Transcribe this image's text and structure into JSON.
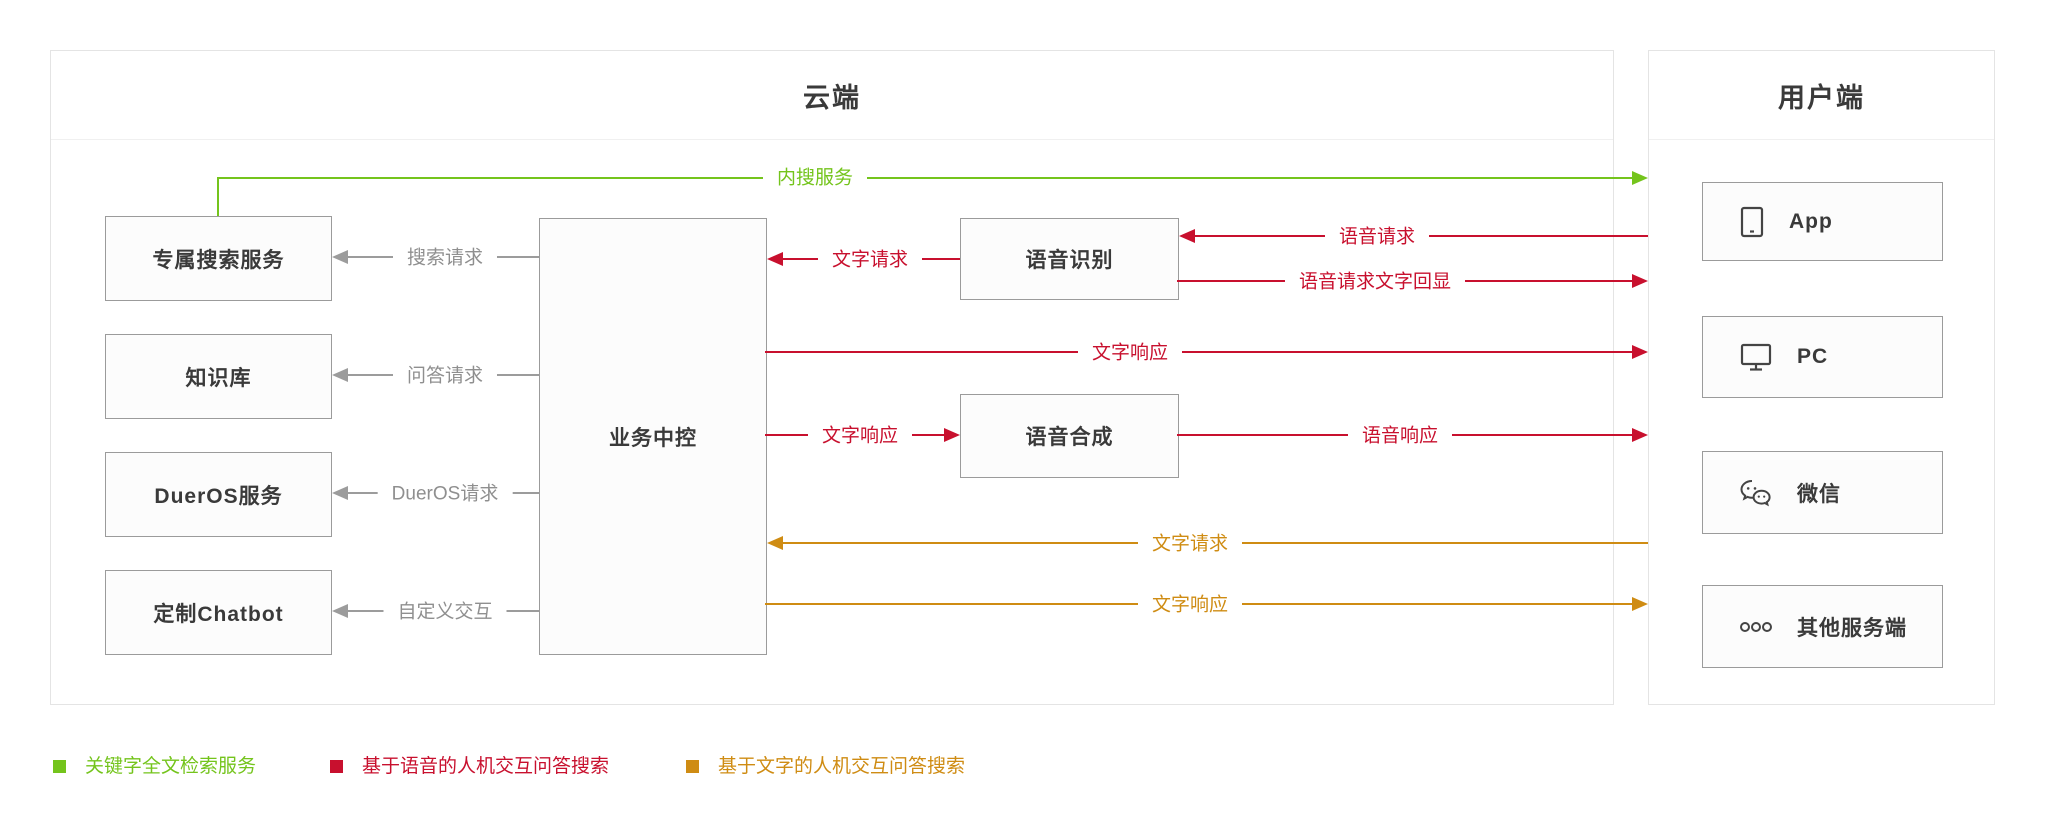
{
  "panels": {
    "cloud": {
      "title": "云端"
    },
    "client": {
      "title": "用户端"
    }
  },
  "cloud_services": [
    {
      "label": "专属搜索服务"
    },
    {
      "label": "知识库"
    },
    {
      "label": "DuerOS服务"
    },
    {
      "label": "定制Chatbot"
    }
  ],
  "hub": {
    "label": "业务中控"
  },
  "speech_nodes": [
    {
      "label": "语音识别"
    },
    {
      "label": "语音合成"
    }
  ],
  "clients": [
    {
      "label": "App",
      "icon": "mobile-icon"
    },
    {
      "label": "PC",
      "icon": "monitor-icon"
    },
    {
      "label": "微信",
      "icon": "wechat-icon"
    },
    {
      "label": "其他服务端",
      "icon": "ellipsis-icon"
    }
  ],
  "flows": {
    "green": {
      "internal_search": {
        "label": "内搜服务"
      }
    },
    "gray": [
      {
        "label": "搜索请求"
      },
      {
        "label": "问答请求"
      },
      {
        "label": "DuerOS请求"
      },
      {
        "label": "自定义交互"
      }
    ],
    "red": [
      {
        "label": "语音请求"
      },
      {
        "label": "文字请求"
      },
      {
        "label": "语音请求文字回显"
      },
      {
        "label": "文字响应"
      },
      {
        "label": "文字响应"
      },
      {
        "label": "语音响应"
      }
    ],
    "orange": [
      {
        "label": "文字请求"
      },
      {
        "label": "文字响应"
      }
    ]
  },
  "legend": [
    {
      "label": "关键字全文检索服务",
      "color": "#74c41c"
    },
    {
      "label": "基于语音的人机交互问答搜索",
      "color": "#c8102e"
    },
    {
      "label": "基于文字的人机交互问答搜索",
      "color": "#cf8c13"
    }
  ],
  "colors": {
    "green": "#74c41c",
    "red": "#c8102e",
    "orange": "#cf8c13",
    "gray_line": "#9c9c9c",
    "gray_label": "#8f8f8f",
    "box_border": "#9b9b9b",
    "panel_border": "#e4e4e4"
  }
}
